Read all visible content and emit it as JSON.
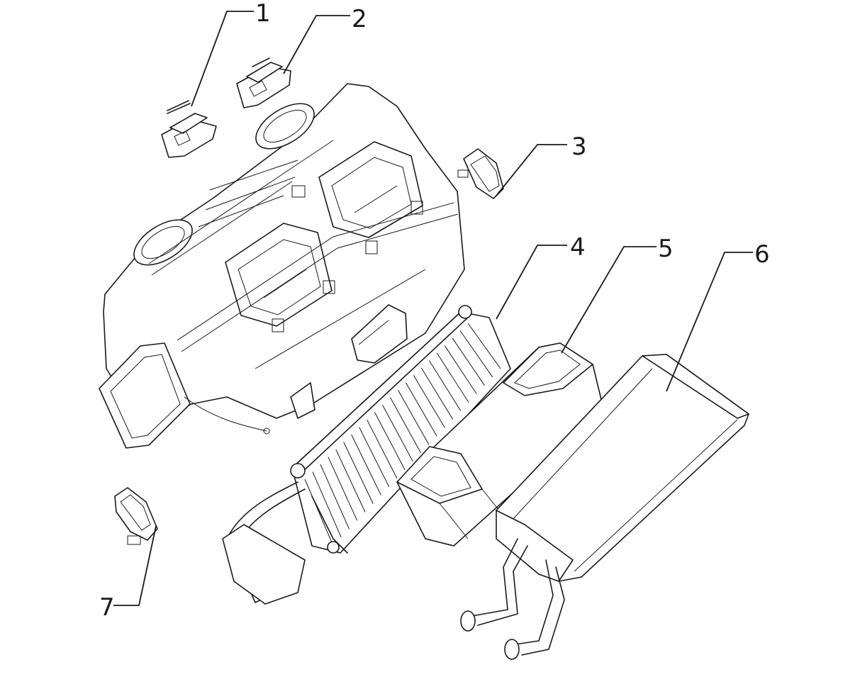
{
  "callouts": [
    {
      "id": "1",
      "text": "1"
    },
    {
      "id": "2",
      "text": "2"
    },
    {
      "id": "3",
      "text": "3"
    },
    {
      "id": "4",
      "text": "4"
    },
    {
      "id": "5",
      "text": "5"
    },
    {
      "id": "6",
      "text": "6"
    },
    {
      "id": "7",
      "text": "7"
    }
  ],
  "colors": {
    "line": "#1a1a1a",
    "background": "#ffffff"
  }
}
